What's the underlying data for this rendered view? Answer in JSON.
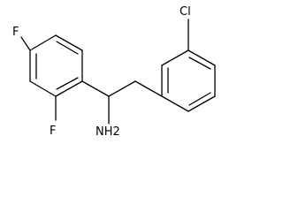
{
  "molecule": {
    "atoms": {
      "chlorine": "Cl",
      "fluorine_top": "F",
      "fluorine_bottom": "F",
      "amine": "NH2"
    }
  }
}
